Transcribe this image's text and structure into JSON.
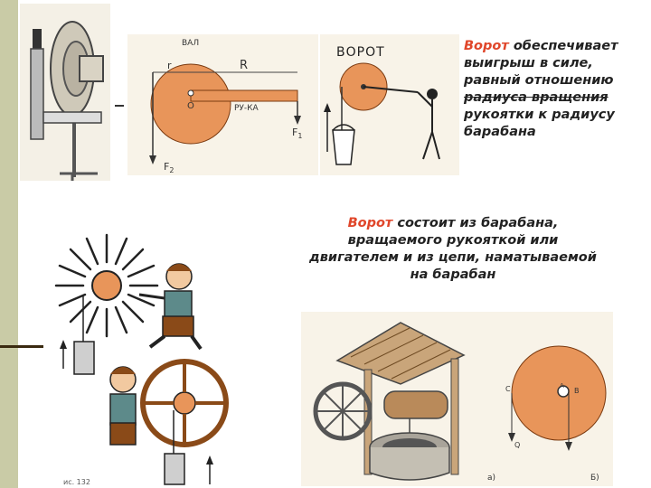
{
  "note_top": {
    "accent": "Ворот",
    "line1_rest": " обеспечивает",
    "line2": "выигрыш в силе,",
    "line3": "равный отношению",
    "line4": "радиуса вращения",
    "line5": "рукоятки к радиусу",
    "line6": "барабана"
  },
  "note_mid": {
    "accent": "Ворот",
    "line1_rest": " состоит из барабана,",
    "line2": "вращаемого  рукояткой или",
    "line3": "двигателем и из цепи, наматываемой",
    "line4": "на барабан"
  },
  "diagram_lever": {
    "val": "ВАЛ",
    "r": "r",
    "R": "R",
    "o": "O",
    "ruka": "РУ-КА",
    "f1": "F",
    "f1_sub": "1",
    "f2": "F",
    "f2_sub": "2"
  },
  "diagram_vorot": {
    "title": "ВОРОТ"
  },
  "drum_diagram": {
    "c": "C",
    "b": "B",
    "a": "A",
    "q": "Q",
    "label_b": "Б)"
  },
  "well_illustration": {
    "label_a": "а)"
  },
  "kids_illustration": {
    "caption": "ис. 132"
  },
  "colors": {
    "accent": "#e0462a",
    "drum_orange": "#e8955a",
    "side_strip": "#c9cba6"
  }
}
